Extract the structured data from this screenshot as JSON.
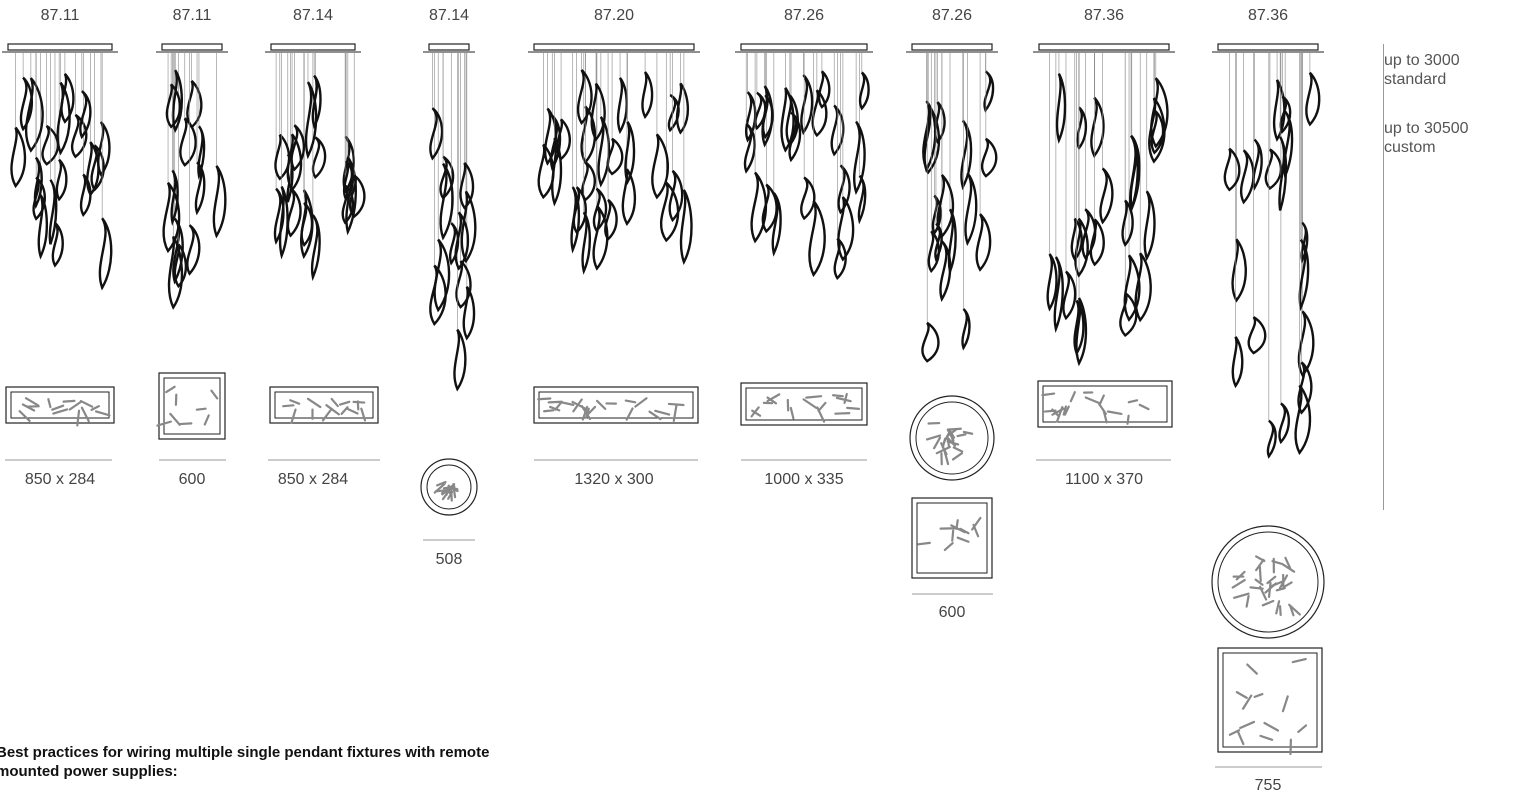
{
  "models": [
    {
      "code": "87.11",
      "dimension": "850 x 284",
      "plan": "rect"
    },
    {
      "code": "87.11",
      "dimension": "600",
      "plan": "square"
    },
    {
      "code": "87.14",
      "dimension": "850 x 284",
      "plan": "rect"
    },
    {
      "code": "87.14",
      "dimension": "508",
      "plan": "round"
    },
    {
      "code": "87.20",
      "dimension": "1320 x 300",
      "plan": "rect"
    },
    {
      "code": "87.26",
      "dimension": "1000 x 335",
      "plan": "rect"
    },
    {
      "code": "87.26",
      "dimension": "600",
      "plan": "round+square"
    },
    {
      "code": "87.36",
      "dimension": "1100 x 370",
      "plan": "rect"
    },
    {
      "code": "87.36",
      "dimension": "755",
      "plan": "round+square"
    }
  ],
  "drop_note": {
    "standard": "up to 3000\nstandard",
    "custom": "up to 30500\ncustom"
  },
  "footer_note": "Best practices for wiring multiple single pendant fixtures with remote\nmounted power supplies:"
}
